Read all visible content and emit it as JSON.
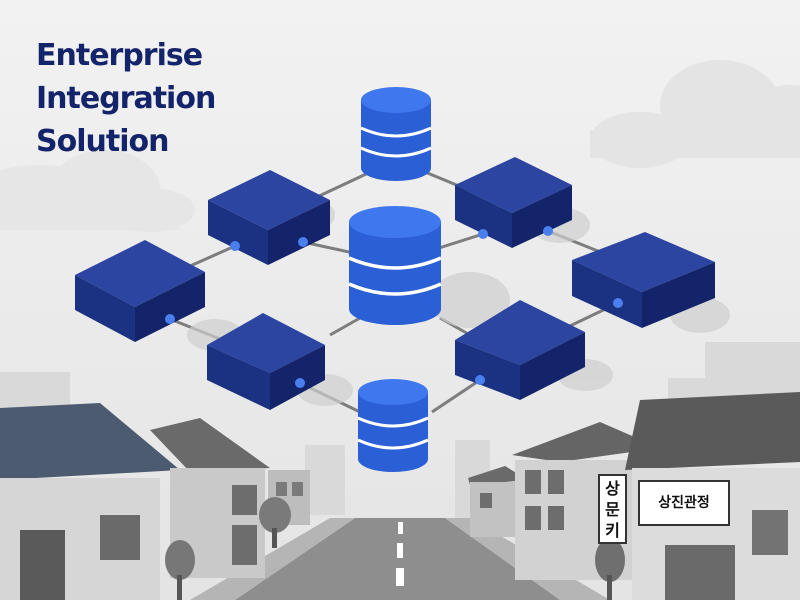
{
  "title": {
    "lines": [
      "Enterprise",
      "Integration",
      "Solution"
    ]
  },
  "signs": {
    "vertical": [
      "상",
      "문",
      "키"
    ],
    "horizontal": "상진관정"
  },
  "colors": {
    "title": "#14246b",
    "server_block": "#1b3282",
    "database": "#2f67e0",
    "connector_dot": "#4a7ff0",
    "sky": "#efefef",
    "street": "#8e8e8e"
  }
}
